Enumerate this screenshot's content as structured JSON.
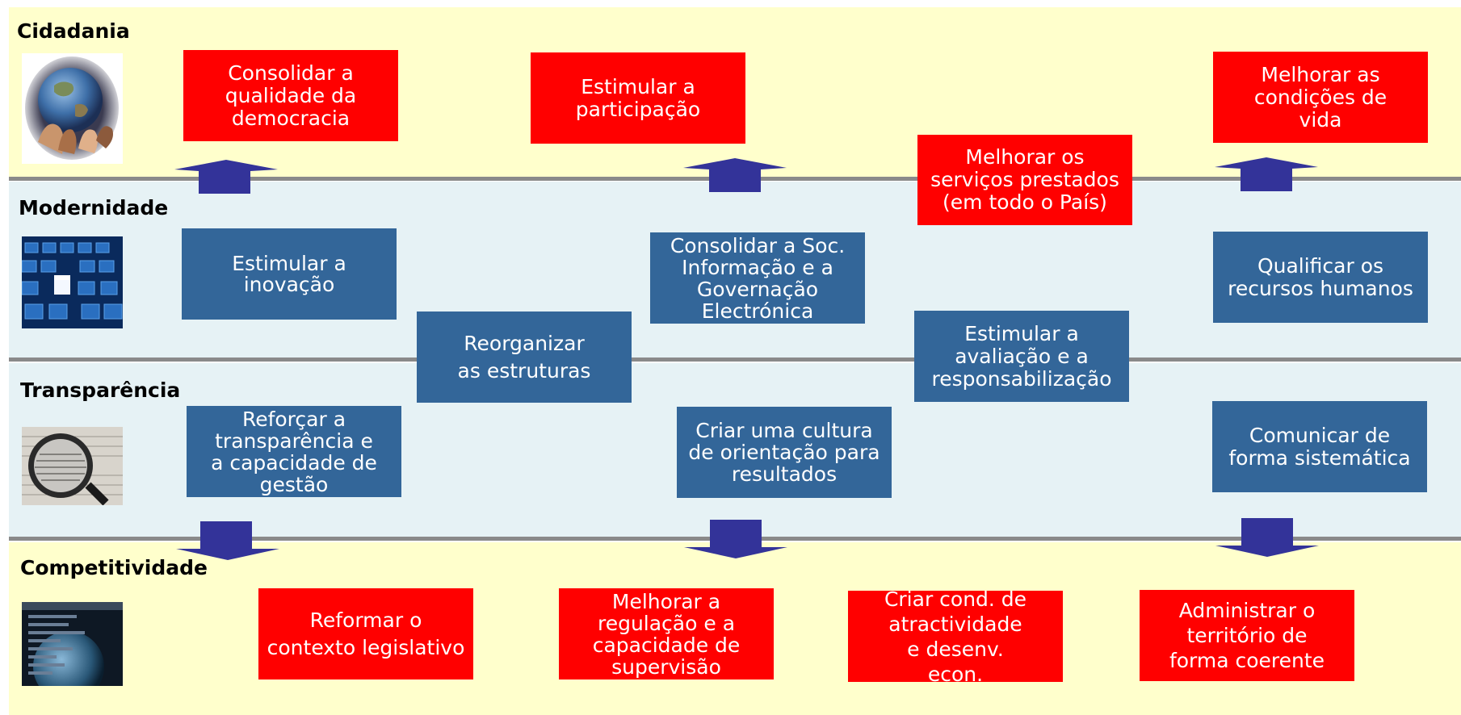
{
  "colors": {
    "band_yellow": "#ffffcc",
    "band_blue": "#e6f2f5",
    "separator": "#8a8a8a",
    "red_box": "#ff0000",
    "blue_box": "#336699",
    "arrow": "#333399"
  },
  "bands": {
    "cidadania": "Cidadania",
    "modernidade": "Modernidade",
    "transparencia": "Transparência",
    "competitividade": "Competitividade"
  },
  "images": {
    "cidadania": "globe-in-hands-image",
    "modernidade": "blue-cubes-image",
    "transparencia": "magnifying-glass-image",
    "competitividade": "earth-chart-image"
  },
  "boxes": {
    "consolidar_democracia": "Consolidar a qualidade da democracia",
    "estimular_participacao": "Estimular a participação",
    "melhorar_servicos": "Melhorar os serviços prestados (em todo o País)",
    "melhorar_condicoes": "Melhorar as condições de vida",
    "estimular_inovacao": "Estimular a inovação",
    "consolidar_soc_info": "Consolidar a Soc. Informação e a Governação Electrónica",
    "qualificar_rh": "Qualificar os recursos humanos",
    "reorganizar_estruturas": "Reorganizar as estruturas",
    "estimular_avaliacao": "Estimular a avaliação e a responsabilização",
    "reforcar_transparencia": "Reforçar a transparência e a capacidade de gestão",
    "criar_cultura": "Criar uma cultura de orientação para resultados",
    "comunicar": "Comunicar de forma sistemática",
    "reformar_contexto": "Reformar o contexto legislativo",
    "melhorar_regulacao": "Melhorar a regulação e a capacidade de supervisão",
    "criar_cond": "Criar cond. de atractividade e desenv. econ.",
    "administrar_territorio": "Administrar o território de forma coerente"
  }
}
